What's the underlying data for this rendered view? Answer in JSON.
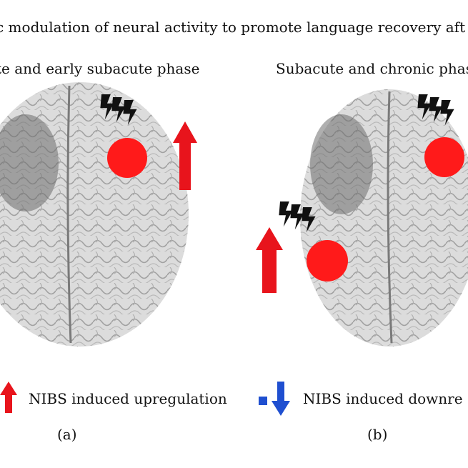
{
  "title": "c modulation of neural activity to promote language recovery aft",
  "panels": [
    {
      "phase": "te and early subacute phase",
      "label": "(a)"
    },
    {
      "phase": "Subacute and chronic phas",
      "label": "(b)"
    }
  ],
  "legend": {
    "upregulation": "NIBS induced upregulation",
    "downregulation": "NIBS induced downre"
  },
  "colors": {
    "stimulation": "#ff1a1a",
    "upregulation_arrow": "#e8141c",
    "downregulation_arrow": "#1f4fd0",
    "lesion": "#6e6e6e",
    "brain": "#dcdcdc",
    "bolt": "#111111"
  },
  "icons": {
    "stimulation": "lightning-bolt-icon",
    "upregulation": "red-up-arrow-icon",
    "downregulation": "blue-down-arrow-icon"
  }
}
